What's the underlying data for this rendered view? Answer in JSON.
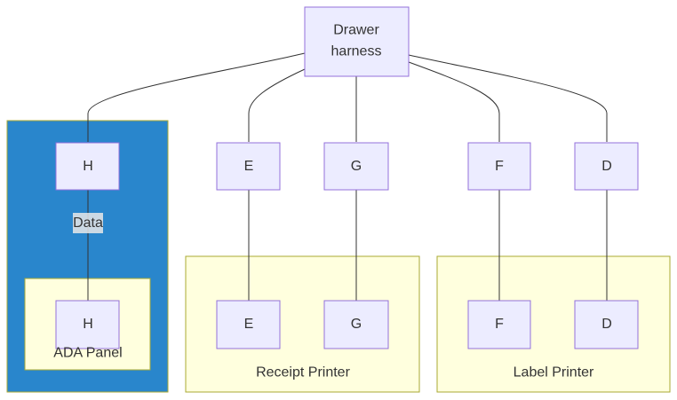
{
  "colors": {
    "node_fill": "#ececff",
    "node_stroke": "#9370db",
    "cluster_fill": "#ffffde",
    "cluster_stroke": "#aaaa33",
    "highlight_cluster_fill": "#2986cc",
    "edge": "#333333",
    "text": "#333333"
  },
  "root": {
    "label_line1": "Drawer",
    "label_line2": "harness"
  },
  "top_nodes": {
    "h": "H",
    "e": "E",
    "g": "G",
    "f": "F",
    "d": "D"
  },
  "clusters": {
    "outer_left": {
      "label": ""
    },
    "ada_panel": {
      "label": "ADA Panel",
      "node": "H"
    },
    "receipt_printer": {
      "label": "Receipt Printer",
      "nodes": [
        "E",
        "G"
      ]
    },
    "label_printer": {
      "label": "Label Printer",
      "nodes": [
        "F",
        "D"
      ]
    }
  },
  "edge_labels": {
    "h_to_h": "Data"
  }
}
